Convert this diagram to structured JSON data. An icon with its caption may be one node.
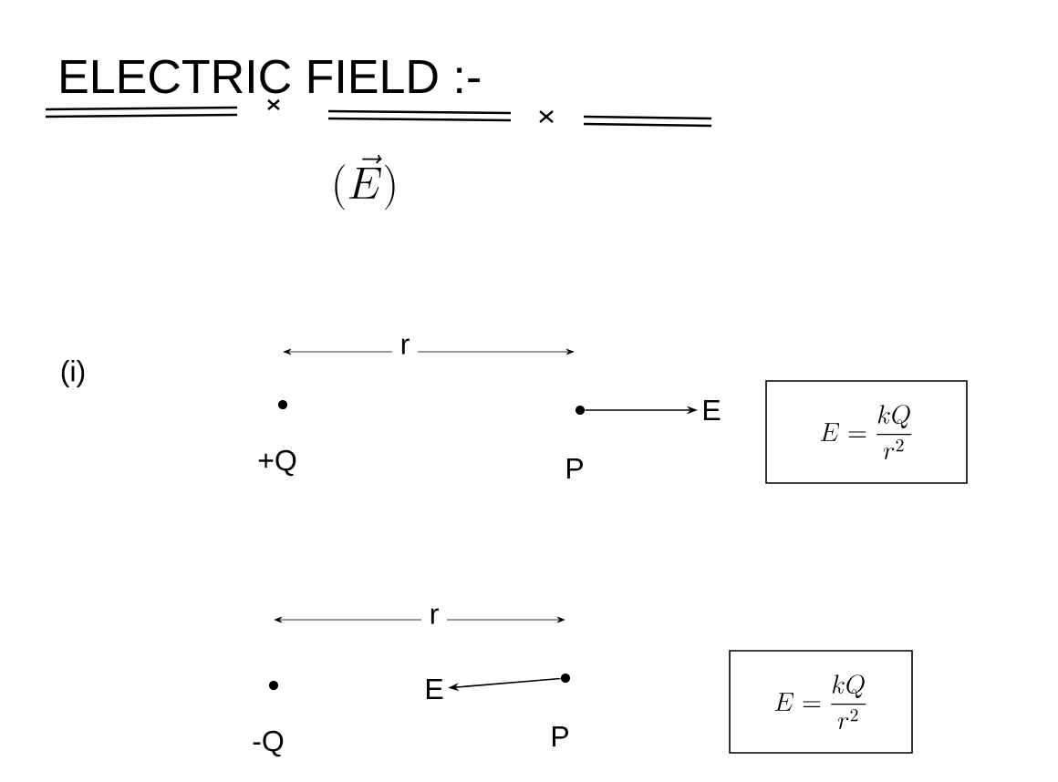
{
  "diagram": {
    "title": "ELECTRIC FIELD :-",
    "nodes": [
      {
        "text": [],
        "shape": "circle",
        "beside": [
          "+Q"
        ]
      },
      {
        "text": [],
        "shape": "circle",
        "beside": [
          "P"
        ]
      },
      {
        "text": [
          "E"
        ]
      },
      {
        "text": [
          "E = \\frac{kQ}{r^2}"
        ]
      },
      {
        "text": [],
        "shape": "circle",
        "beside": [
          "-Q"
        ]
      },
      {
        "text": [
          "E"
        ]
      },
      {
        "text": [],
        "shape": "circle",
        "beside": [
          "P"
        ]
      },
      {
        "text": [
          "E = \\frac{kQ}{r^2}"
        ]
      }
    ],
    "edges": [
      {
        "from": 1,
        "to": 2,
        "arrow": "to"
      },
      {
        "from": 6,
        "to": 5,
        "arrow": "to"
      }
    ],
    "labels": [
      "(\\vec{E})",
      "(i)",
      "r",
      "r"
    ]
  }
}
